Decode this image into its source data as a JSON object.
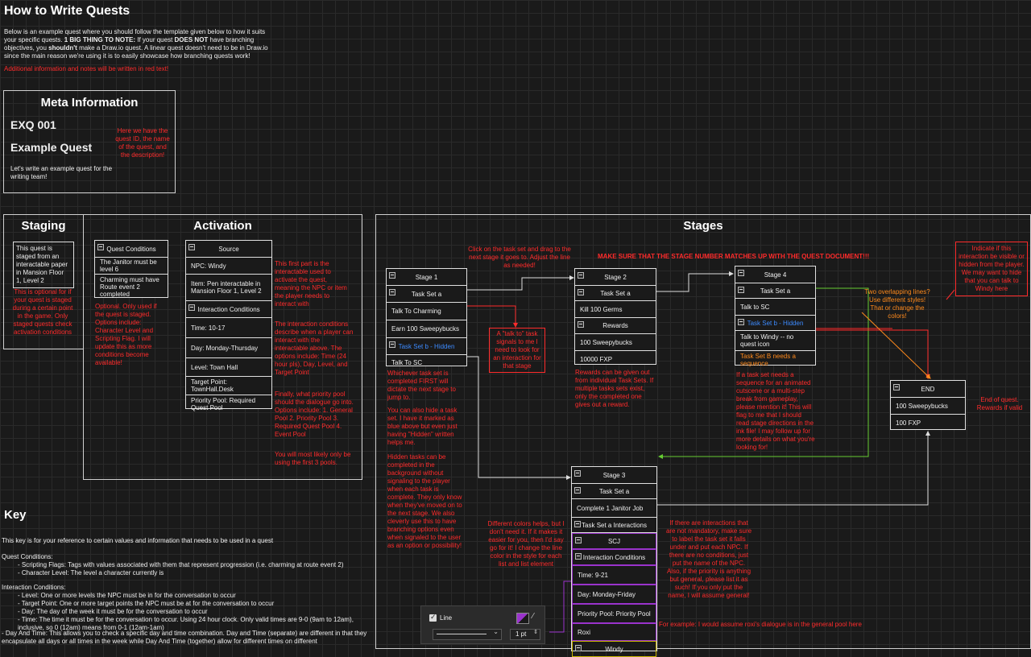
{
  "header": {
    "title": "How to Write Quests",
    "intro_p1": "Below is an example quest where you should follow the template given below to how it suits your specific quests.",
    "intro_big": "1 BIG THING TO NOTE:",
    "intro_p2": "If your quest",
    "intro_does": "DOES NOT",
    "intro_p3": "have branching objectives, you",
    "intro_shouldnt": "shouldn't",
    "intro_p4": "make a Draw.io quest. A linear quest doesn't need to be in Draw.io since the main reason we're using it is to easily showcase how branching quests work!",
    "red_note": "Additional information and notes will be written in red text!"
  },
  "meta": {
    "title": "Meta Information",
    "id": "EXQ 001",
    "name": "Example Quest",
    "desc": "Let's write an example quest for the writing team!",
    "note": "Here we have the quest ID, the name of the quest, and the description!"
  },
  "staging": {
    "title": "Staging",
    "box_text": "This quest is staged from an interactable paper in Mansion Floor 1, Level 2",
    "note": "This is optional for if your quest is staged during a certain point in the game. Only staged quests check activation conditions"
  },
  "activation": {
    "title": "Activation",
    "quest_conditions": {
      "header": "Quest Conditions",
      "rows": [
        "The Janitor must be level 6",
        "Charming must have Route event 2 completed"
      ]
    },
    "qc_note": "Optional. Only used if the quest is staged. Options include: Character Level and Scripting Flag. I will update this as more conditions become available!",
    "source": {
      "header": "Source",
      "npc": "NPC: Windy",
      "item": "Item: Pen interactable in Mansion Floor 1, Level 2",
      "ic_header": "Interaction Conditions",
      "time": "Time: 10-17",
      "day": "Day: Monday-Thursday",
      "level": "Level: Town Hall",
      "target": "Target Point: TownHall.Desk",
      "pool": "Priority Pool: Required Quest Pool"
    },
    "note1": "This first part is the interactable used to activate the quest, meaning the NPC or item the player needs to interact with",
    "note2": "The interaction conditions describe when a player can interact with the interactable above. The options include: Time (24 hour pls), Day, Level, and Target Point",
    "note3": "Finally, what priority pool should the dialogue go into. Options include: 1. General Pool 2. Priority Pool 3. Required Quest Pool 4. Event Pool",
    "note4": "You will most likely only be using the first 3 pools."
  },
  "stages": {
    "title": "Stages",
    "top_note": "Click on the task set and drag to the next stage it goes to. Adjust the line as needed!",
    "banner": "MAKE SURE THAT THE STAGE NUMBER MATCHES UP WITH THE QUEST DOCUMENT!!!",
    "stage1": {
      "header": "Stage 1",
      "ts_a": "Task Set a",
      "r1": "Talk To Charming",
      "r2": "Earn 100 Sweepybucks",
      "ts_b": "Task Set b - Hidden",
      "r3": "Talk To SC"
    },
    "talk_note": "A \"talk to\" task signals to me I need to look for an interaction for that stage",
    "s1_note1": "Whichever task set is completed FIRST will dictate the next stage to jump to.",
    "s1_note2": "You can also hide a task set. I have it marked as blue above but even just having \"Hidden\" written helps me.",
    "s1_note3": "Hidden tasks can be completed in the background without signaling to the player when each task is complete. They only know when they've moved on to the next stage. We also cleverly use this to have branching options even when signaled to the user as an option or possibility!",
    "stage2": {
      "header": "Stage 2",
      "ts_a": "Task Set a",
      "r1": "Kill 100 Germs",
      "rewards": "Rewards",
      "r2": "100 Sweepybucks",
      "r3": "10000 FXP"
    },
    "s2_note": "Rewards can be given out from individual Task Sets. If multiple tasks sets exist, only the completed one gives out a reward.",
    "stage4": {
      "header": "Stage 4",
      "ts_a": "Task Set a",
      "r1": "Talk to SC",
      "ts_b": "Task Set b - Hidden",
      "r2": "Talk to Windy -- no quest icon",
      "r3": "Task Set B needs a sequence"
    },
    "s4_note": "If a task set needs a sequence for an animated cutscene or a multi-step break from gameplay, please mention it! This will flag to me that I should read stage directions in the ink file! I may follow up for more details on what you're looking for!",
    "overlap_note": "Two overlapping lines? Use different styles! That or change the colors!",
    "visible_note": "Indicate if this interaction be visible or hidden from the player. We may want to hide that you can talk to Windy here",
    "end": {
      "header": "END",
      "r1": "100 Sweepybucks",
      "r2": "100 FXP"
    },
    "end_note": "End of quest. Rewards if valid",
    "stage3": {
      "header": "Stage 3",
      "ts_a": "Task Set a",
      "r1": "Complete 1 Janitor Job",
      "tsi": "Task Set a Interactions",
      "scj": "SCJ",
      "ic": "Interaction Conditions",
      "time": "Time: 9-21",
      "day": "Day: Monday-Friday",
      "pool": "Priority Pool: Priority Pool",
      "roxi": "Roxi",
      "windy": "Windy"
    },
    "color_note": "Different colors helps, but I don't need it. If it makes it easier for you, then I'd say go for it! I change the line color in the style for each list and list element",
    "interaction_note": "If there are interactions that are not mandatory, make sure to label the task set it falls under and put each NPC. If there are no conditions, just put the name of the NPC. Also, if the priority is anything but general, please list it as such! If you only put the name, I will assume general!",
    "example_note": "For example: I would assume roxi's dialogue is in the general pool here"
  },
  "key": {
    "title": "Key",
    "intro": "This key is for your reference to certain values and information that needs to be used in a quest",
    "qc_label": "Quest Conditions:",
    "qc1": "- Scripting Flags: Tags with values associated with them that represent progression (i.e. charming at route event 2)",
    "qc2": "- Character Level: The level a character currently is",
    "ic_label": "Interaction Conditions:",
    "ic1": "- Level: One or more levels the NPC must be in for the conversation to occur",
    "ic2": "- Target Point: One or more target points the NPC must be at for the conversation to occur",
    "ic3": "- Day: The day of the week it must be for the conversation to occur",
    "ic4": "- Time: The time it must be for the conversation to occur. Using 24 hour clock. Only valid times are 9-0 (9am to 12am), inclusive, so 0 (12am) means from 0-1 (12am-1am)",
    "ic5": "- Day And Time: This allows you to check a specific day and time combination. Day and Time (separate) are different in that they encapsulate all days or all times in the week while Day And Time (together) allow for different times on different"
  },
  "toolbar": {
    "line_label": "Line",
    "width_value": "1 pt",
    "line_color": "#9a33cc"
  }
}
